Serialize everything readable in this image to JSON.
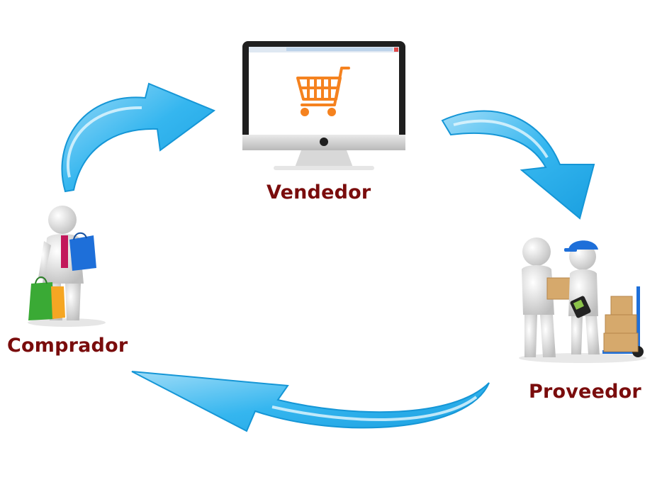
{
  "nodes": {
    "seller": {
      "label": "Vendedor",
      "icon": "computer-monitor-shopping-cart-icon"
    },
    "buyer": {
      "label": "Comprador",
      "icon": "shopper-with-bags-icon"
    },
    "supplier": {
      "label": "Proveedor",
      "icon": "delivery-courier-with-boxes-icon"
    }
  },
  "colors": {
    "label": "#7a0c0c",
    "arrow": "#33b5ee",
    "arrow_light": "#b9e7fb",
    "cart": "#f5821f"
  }
}
